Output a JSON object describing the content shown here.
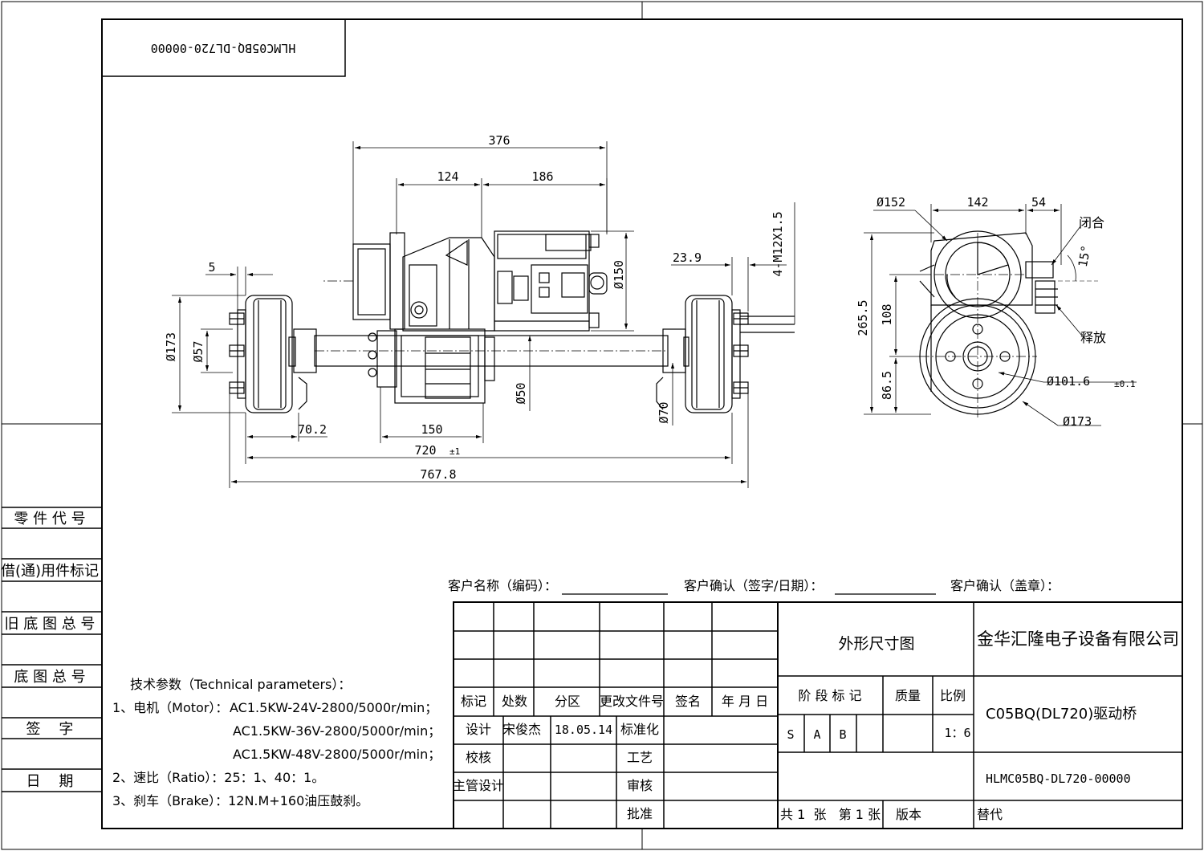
{
  "stamp_code": "HLMC05BQ-DL720-00000",
  "dimensions": {
    "front": {
      "d376": "376",
      "d124": "124",
      "d186": "186",
      "d5": "5",
      "d23_9": "23.9",
      "d150": "Ø150",
      "thread": "4-M12X1.5",
      "d173": "Ø173",
      "d57": "Ø57",
      "d50": "Ø50",
      "d70": "Ø70",
      "d70_2": "70.2",
      "d150b": "150",
      "d720": "720",
      "tol720": "±1",
      "d767_8": "767.8"
    },
    "side": {
      "d152": "Ø152",
      "d142": "142",
      "d54": "54",
      "closed": "闭合",
      "angle": "15°",
      "release": "释放",
      "d265_5": "265.5",
      "d108": "108",
      "d86_5": "86.5",
      "d101_6": "Ø101.6",
      "tol101": "±0.1",
      "d173": "Ø173"
    }
  },
  "customer": {
    "name_label": "客户名称（编码）：",
    "confirm_sign_label": "客户确认（签字/日期）：",
    "confirm_stamp_label": "客户确认（盖章）："
  },
  "left_column": {
    "part_no": "零 件 代 号",
    "borrowed": "借(通)用件标记",
    "old_base": "旧 底 图 总 号",
    "base_no": "底 图 总 号",
    "sign": "签    字",
    "date": "日    期"
  },
  "tech": {
    "title": "技术参数（Technical parameters）：",
    "motor_label": "1、电机（Motor）：",
    "motor_lines": [
      "AC1.5KW-24V-2800/5000r/min；",
      "AC1.5KW-36V-2800/5000r/min；",
      "AC1.5KW-48V-2800/5000r/min；"
    ],
    "ratio": "2、速比（Ratio）：25：1、40：1。",
    "brake": "3、刹车（Brake）：12N.M+160油压鼓刹。"
  },
  "title_block": {
    "headers": [
      "标记",
      "处数",
      "分区",
      "更改文件号",
      "签名",
      "年 月 日"
    ],
    "design_label": "设计",
    "designer": "宋俊杰",
    "design_date": "18.05.14",
    "standardize": "标准化",
    "check": "校核",
    "process": "工艺",
    "chief": "主管设计",
    "review": "审核",
    "approve": "批准",
    "drawing_name": "外形尺寸图",
    "company": "金华汇隆电子设备有限公司",
    "stage_label": "阶 段 标 记",
    "mass_label": "质量",
    "scale_label": "比例",
    "stages": [
      "S",
      "A",
      "B"
    ],
    "scale": "1：6",
    "product": "C05BQ(DL720)驱动桥",
    "code": "HLMC05BQ-DL720-00000",
    "sheets": "共 1  张   第 1 张",
    "version": "版本",
    "replace": "替代"
  }
}
